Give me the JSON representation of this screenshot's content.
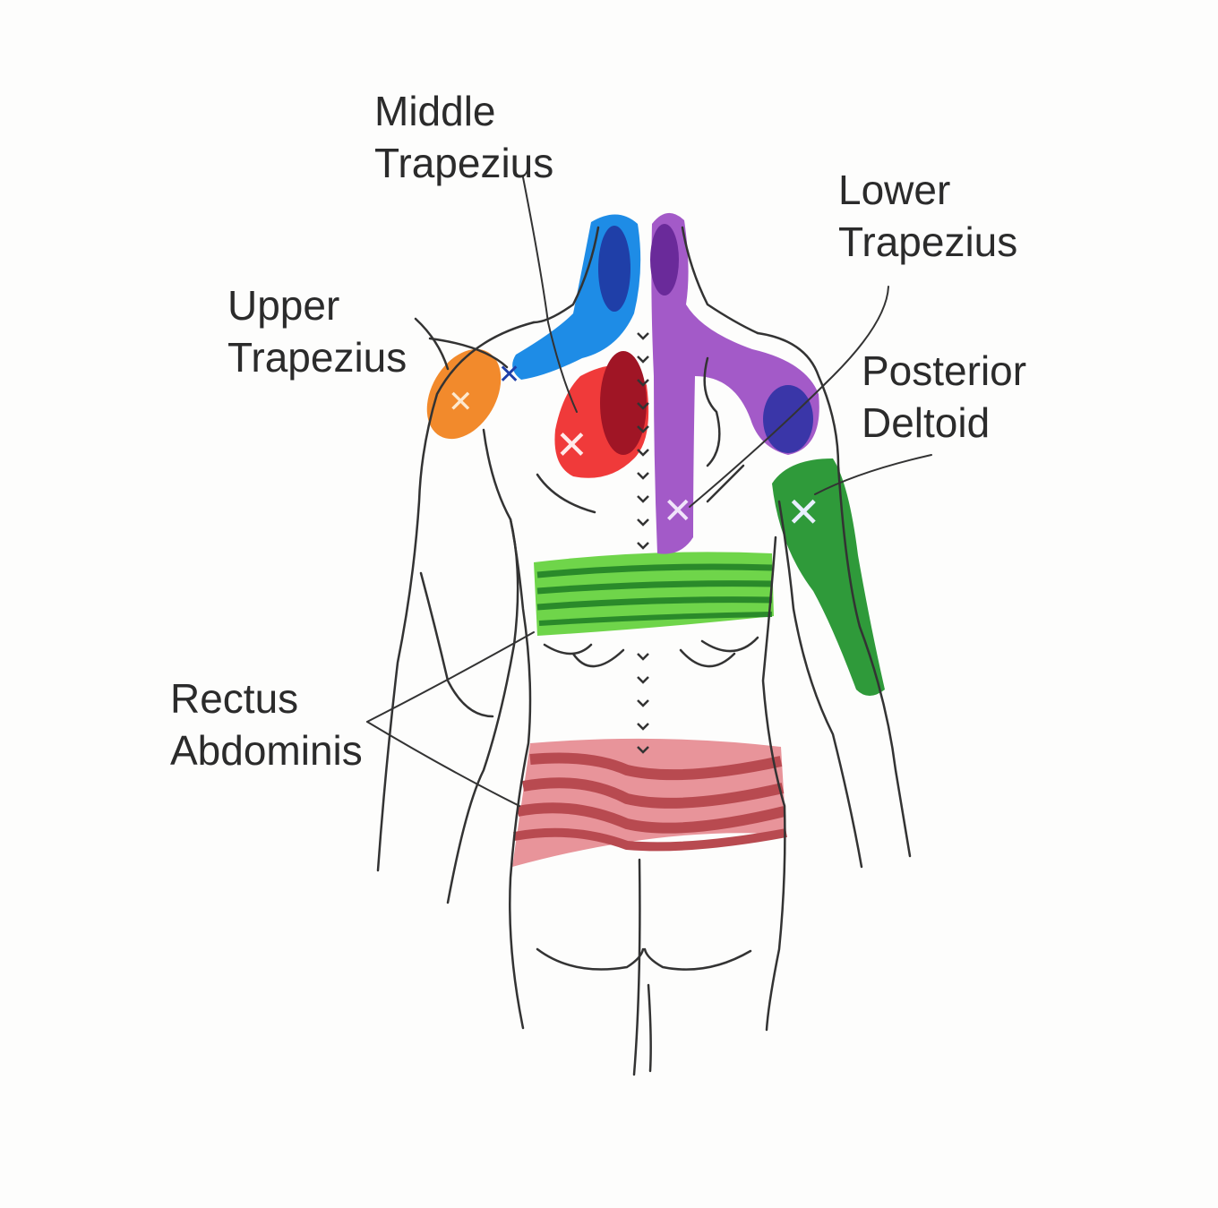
{
  "labels": {
    "middle_trapezius": [
      "Middle",
      "Trapezius"
    ],
    "lower_trapezius": [
      "Lower",
      "Trapezius"
    ],
    "upper_trapezius": [
      "Upper",
      "Trapezius"
    ],
    "posterior_deltoid": [
      "Posterior",
      "Deltoid"
    ],
    "rectus_abdominis": [
      "Rectus",
      "Abdominis"
    ]
  },
  "colors": {
    "upper_trapezius": "#f28a2c",
    "middle_trapezius_neck": "#1e8ce6",
    "middle_trapezius_dark": "#1f3fa8",
    "scapula_region": "#f03a3a",
    "scapula_dark": "#a01525",
    "lower_trapezius": "#a35ac8",
    "lower_trapezius_dark": "#3a36a8",
    "posterior_deltoid": "#2f9a3a",
    "band_green": "#6fd54a",
    "band_green_stripe": "#2a8a2a",
    "band_pink": "#d9767a",
    "band_pink_stripe": "#b84a50",
    "outline": "#333333"
  }
}
